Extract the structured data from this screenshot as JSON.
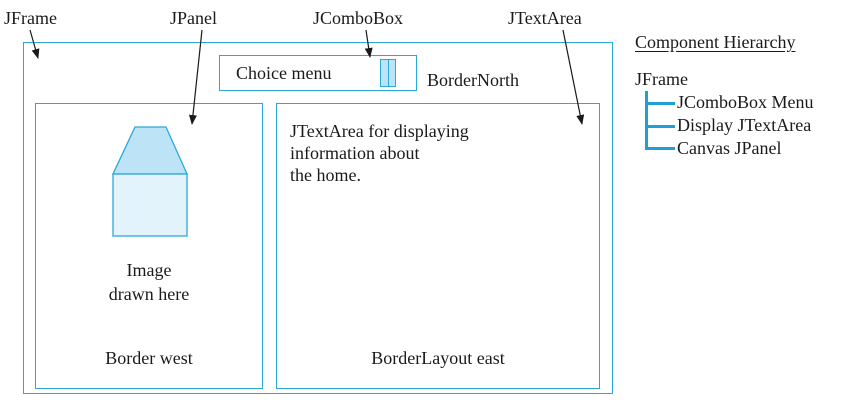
{
  "callouts": {
    "jframe": "JFrame",
    "jpanel": "JPanel",
    "jcombobox": "JComboBox",
    "jtextarea": "JTextArea"
  },
  "frame": {
    "combo_label": "Choice menu",
    "north_label": "BorderNorth",
    "west_panel": {
      "image_caption": "Image\ndrawn here",
      "region_label": "Border west"
    },
    "east_panel": {
      "body_text": "JTextArea for displaying\ninformation about\nthe home.",
      "region_label": "BorderLayout east"
    }
  },
  "hierarchy": {
    "title": "Component Hierarchy",
    "root": "JFrame",
    "children": [
      "JComboBox Menu",
      "Display JTextArea",
      "Canvas JPanel"
    ]
  },
  "colors": {
    "outline": "#29a9d8",
    "tree": "#1f9fd6",
    "house_roof": "#bde3f6",
    "house_body": "#e2f3fc"
  }
}
